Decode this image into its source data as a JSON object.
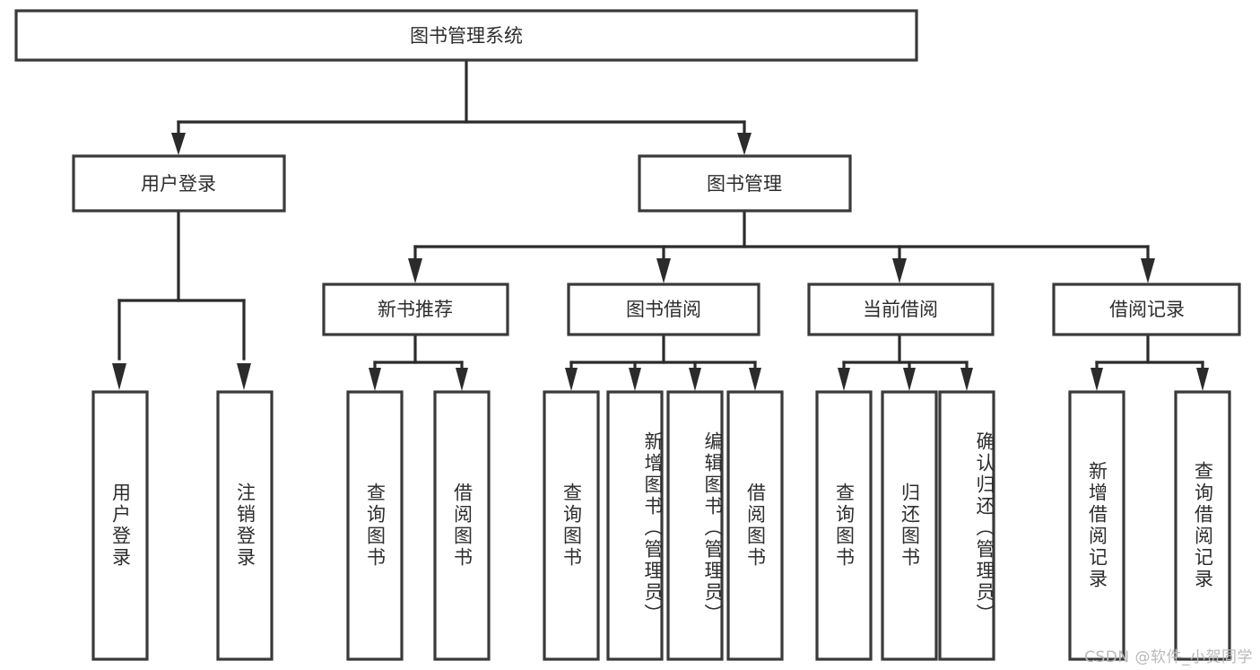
{
  "diagram": {
    "title": "图书管理系统",
    "type": "tree-hierarchy-diagram",
    "colors": {
      "box_stroke": "#3a3a3a",
      "edge": "#2b2b2b",
      "text": "#2d2d2d",
      "background": "#ffffff",
      "watermark": "#b9b9b9"
    },
    "root": {
      "label": "图书管理系统"
    },
    "level2": [
      {
        "label": "用户登录"
      },
      {
        "label": "图书管理"
      }
    ],
    "level3": [
      {
        "label": "新书推荐"
      },
      {
        "label": "图书借阅"
      },
      {
        "label": "当前借阅"
      },
      {
        "label": "借阅记录"
      }
    ],
    "leaves": [
      {
        "label": "用户登录",
        "parent": "用户登录"
      },
      {
        "label": "注销登录",
        "parent": "用户登录"
      },
      {
        "label": "查询图书",
        "parent": "新书推荐"
      },
      {
        "label": "借阅图书",
        "parent": "新书推荐"
      },
      {
        "label": "查询图书",
        "parent": "图书借阅"
      },
      {
        "label": "新增图书（管理员）",
        "parent": "图书借阅"
      },
      {
        "label": "编辑图书（管理员）",
        "parent": "图书借阅"
      },
      {
        "label": "借阅图书",
        "parent": "图书借阅"
      },
      {
        "label": "查询图书",
        "parent": "当前借阅"
      },
      {
        "label": "归还图书",
        "parent": "当前借阅"
      },
      {
        "label": "确认归还（管理员）",
        "parent": "当前借阅"
      },
      {
        "label": "新增借阅记录",
        "parent": "借阅记录"
      },
      {
        "label": "查询借阅记录",
        "parent": "借阅记录"
      }
    ],
    "watermark": "CSDN @软件_小贺同学"
  }
}
